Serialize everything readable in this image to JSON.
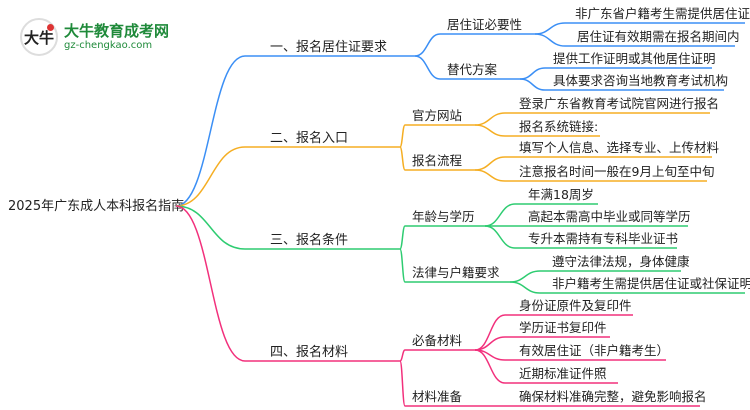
{
  "logo": {
    "mark": "大牛",
    "title": "大牛教育成考网",
    "url": "gz-chengkao.com"
  },
  "colors": {
    "b1": "#3b8ff5",
    "b2": "#f5ae23",
    "b3": "#2ecc71",
    "b4": "#f2307c"
  },
  "root": "2025年广东成人本科报名指南",
  "branches": [
    {
      "label": "一、报名居住证要求",
      "children": [
        {
          "label": "居住证必要性",
          "children": [
            "非广东省户籍考生需提供居住证",
            "居住证有效期需在报名期间内"
          ]
        },
        {
          "label": "替代方案",
          "children": [
            "提供工作证明或其他居住证明",
            "具体要求咨询当地教育考试机构"
          ]
        }
      ]
    },
    {
      "label": "二、报名入口",
      "children": [
        {
          "label": "官方网站",
          "children": [
            "登录广东省教育考试院官网进行报名",
            "报名系统链接:"
          ]
        },
        {
          "label": "报名流程",
          "children": [
            "填写个人信息、选择专业、上传材料",
            "注意报名时间一般在9月上旬至中旬"
          ]
        }
      ]
    },
    {
      "label": "三、报名条件",
      "children": [
        {
          "label": "年龄与学历",
          "children": [
            "年满18周岁",
            "高起本需高中毕业或同等学历",
            "专升本需持有专科毕业证书"
          ]
        },
        {
          "label": "法律与户籍要求",
          "children": [
            "遵守法律法规，身体健康",
            "非户籍考生需提供居住证或社保证明"
          ]
        }
      ]
    },
    {
      "label": "四、报名材料",
      "children": [
        {
          "label": "必备材料",
          "children": [
            "身份证原件及复印件",
            "学历证书复印件",
            "有效居住证（非户籍考生）",
            "近期标准证件照"
          ]
        },
        {
          "label": "材料准备",
          "children": [
            "确保材料准确完整，避免影响报名"
          ]
        }
      ]
    }
  ]
}
